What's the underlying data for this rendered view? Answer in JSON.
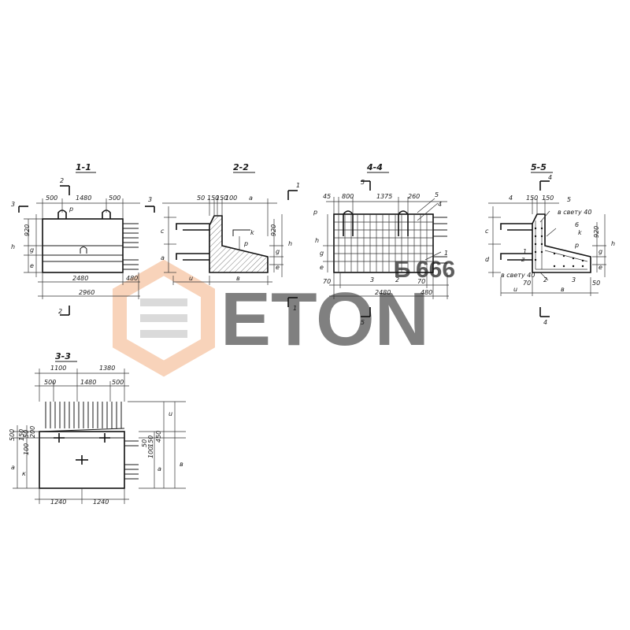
{
  "watermark": {
    "brand": "ETON",
    "prefix": "Б",
    "digits": "666",
    "colors": {
      "orange": "#f3b082",
      "gray": "#bdbdbd"
    }
  },
  "section_1_1": {
    "title": "1-1",
    "dims": [
      "500",
      "1480",
      "500",
      "2480",
      "480",
      "2960",
      "920"
    ],
    "letters": [
      "h",
      "g",
      "e",
      "p"
    ],
    "cuts": [
      "2",
      "2",
      "3",
      "3"
    ]
  },
  "section_2_2": {
    "title": "2-2",
    "dims": [
      "50",
      "150",
      "150",
      "100",
      "920"
    ],
    "letters": [
      "a",
      "c",
      "a",
      "e",
      "g",
      "h",
      "k",
      "p",
      "u",
      "в"
    ],
    "cuts": [
      "1",
      "1"
    ]
  },
  "section_4_4": {
    "title": "4-4",
    "dims": [
      "45",
      "800",
      "1375",
      "260",
      "2480",
      "480",
      "70",
      "70"
    ],
    "letters": [
      "p",
      "h",
      "g",
      "e"
    ],
    "markers": [
      "5",
      "4",
      "1",
      "3",
      "2"
    ],
    "cuts": [
      "5",
      "5"
    ]
  },
  "section_5_5": {
    "title": "5-5",
    "dims": [
      "150",
      "150",
      "920",
      "70",
      "50"
    ],
    "letters": [
      "c",
      "d",
      "h",
      "g",
      "e",
      "k",
      "p",
      "u",
      "в",
      "z"
    ],
    "markers": [
      "4",
      "5",
      "6",
      "1",
      "2",
      "3"
    ],
    "notes": [
      "в свету 40",
      "в свету 40"
    ],
    "cuts": [
      "4",
      "4"
    ]
  },
  "section_3_3": {
    "title": "3-3",
    "dims": [
      "1100",
      "1380",
      "500",
      "1480",
      "500",
      "1240",
      "1240",
      "500",
      "150",
      "50",
      "200",
      "100",
      "50",
      "150",
      "450",
      "100"
    ],
    "letters": [
      "u",
      "a",
      "к",
      "a",
      "в"
    ]
  }
}
